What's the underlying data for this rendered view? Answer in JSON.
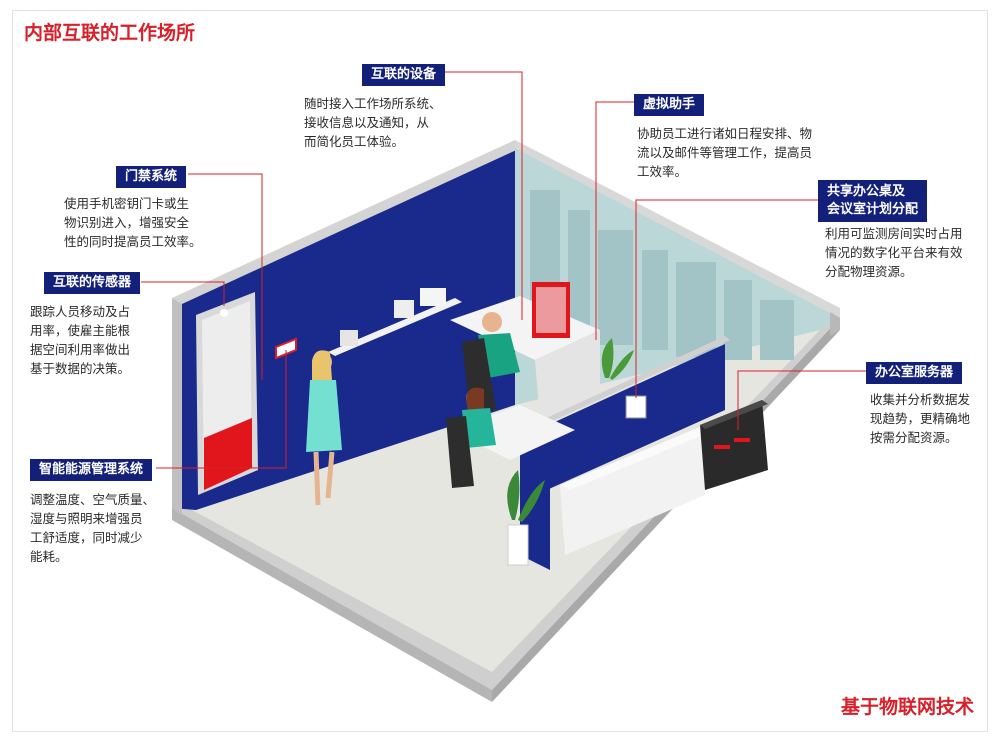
{
  "title": "内部互联的工作场所",
  "footer": "基于物联网技术",
  "colors": {
    "accent": "#d8202a",
    "navy": "#13207a",
    "wall_blue": "#1a2a8c",
    "floor": "#e6e6e0",
    "glass": "#bcd7d8"
  },
  "callouts": [
    {
      "id": "devices",
      "label": "互联的设备",
      "lines": [
        "随时接入工作场所系统、",
        "接收信息以及通知，从",
        "而简化员工体验。"
      ]
    },
    {
      "id": "assistant",
      "label": "虚拟助手",
      "lines": [
        "协助员工进行诸如日程安排、物",
        "流以及邮件等管理工作，提高员",
        "工效率。"
      ]
    },
    {
      "id": "access",
      "label": "门禁系统",
      "lines": [
        "使用手机密钥门卡或生",
        "物识别进入，增强安全",
        "性的同时提高员工效率。"
      ]
    },
    {
      "id": "shared",
      "label": [
        "共享办公桌及",
        "会议室计划分配"
      ],
      "lines": [
        "利用可监测房间实时占用",
        "情况的数字化平台来有效",
        "分配物理资源。"
      ]
    },
    {
      "id": "sensors",
      "label": "互联的传感器",
      "lines": [
        "跟踪人员移动及占",
        "用率，使雇主能根",
        "据空间利用率做出",
        "基于数据的决策。"
      ]
    },
    {
      "id": "server",
      "label": "办公室服务器",
      "lines": [
        "收集并分析数据发",
        "现趋势，更精确地",
        "按需分配资源。"
      ]
    },
    {
      "id": "energy",
      "label": "智能能源管理系统",
      "lines": [
        "调整温度、空气质量、",
        "湿度与照明来增强员",
        "工舒适度，同时减少",
        "能耗。"
      ]
    }
  ]
}
